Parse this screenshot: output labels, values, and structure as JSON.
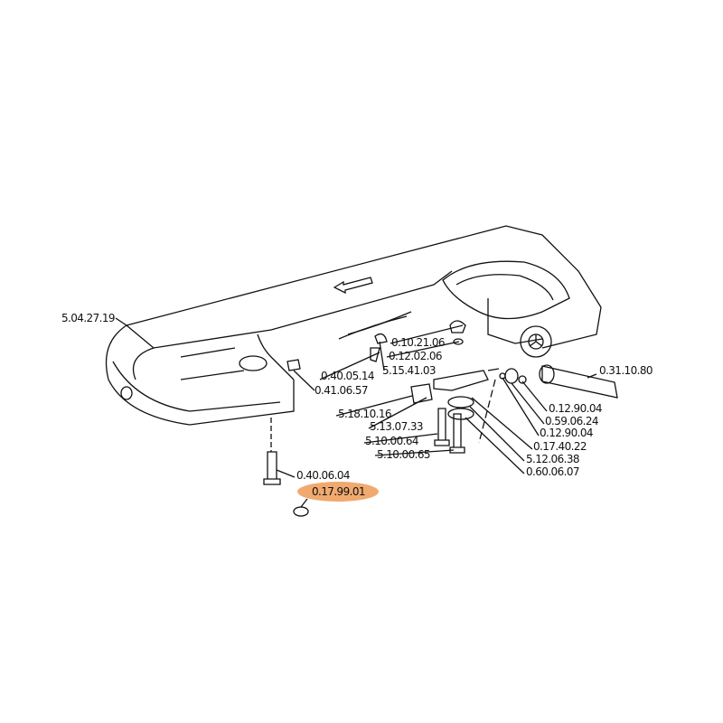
{
  "diagram": {
    "highlight_color": "#f0a96e",
    "highlighted_part": "0.17.99.01",
    "labels": {
      "housing": "5.04.27.19",
      "cap_nut": "0.10.21.06",
      "washer_top": "0.12.02.06",
      "screw_a": "0.40.05.14",
      "clip": "5.15.41.03",
      "grub_screw": "0.41.06.57",
      "long_bolt": "0.31.10.80",
      "block": "5.18.10.16",
      "washer_1": "0.12.90.04",
      "nut": "0.59.06.24",
      "bracket": "5.13.07.33",
      "washer_2": "0.12.90.04",
      "pin_a": "5.10.00.64",
      "ring": "0.17.40.22",
      "pin_b": "5.10.00.65",
      "roller": "5.12.06.38",
      "bearing": "0.60.06.07",
      "bolt_bottom": "0.40.06.04",
      "cap": "0.17.99.01"
    }
  }
}
